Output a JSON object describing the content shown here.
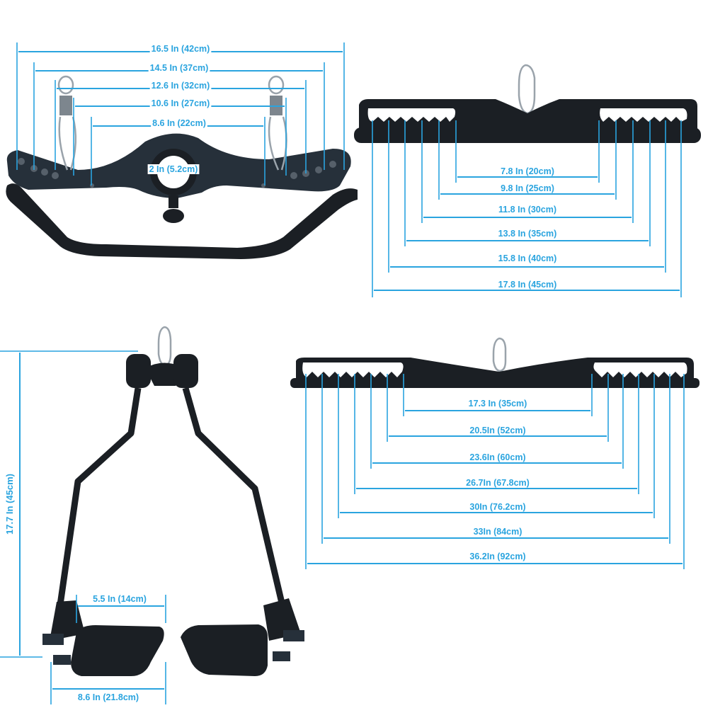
{
  "panels": {
    "wide_grip_bar": {
      "dimensions": [
        "16.5 In (42cm)",
        "14.5 In (37cm)",
        "12.6 In (32cm)",
        "10.6 In (27cm)",
        "8.6 In (22cm)"
      ],
      "center_hole": "2 In (5.2cm)"
    },
    "short_rack_bar": {
      "dimensions": [
        "7.8 In (20cm)",
        "9.8 In (25cm)",
        "11.8 In (30cm)",
        "13.8 In (35cm)",
        "15.8 In (40cm)",
        "17.8 In (45cm)"
      ]
    },
    "v_handle": {
      "height": "17.7 In (45cm)",
      "inner_width": "5.5 In (14cm)",
      "outer_width": "8.6 In (21.8cm)"
    },
    "long_rack_bar": {
      "dimensions": [
        "17.3 In (35cm)",
        "20.5In (52cm)",
        "23.6In (60cm)",
        "26.7In (67.8cm)",
        "30In (76.2cm)",
        "33In (84cm)",
        "36.2In (92cm)"
      ]
    }
  },
  "colors": {
    "dimension": "#2aa4df",
    "steel": "#1b1f24"
  }
}
